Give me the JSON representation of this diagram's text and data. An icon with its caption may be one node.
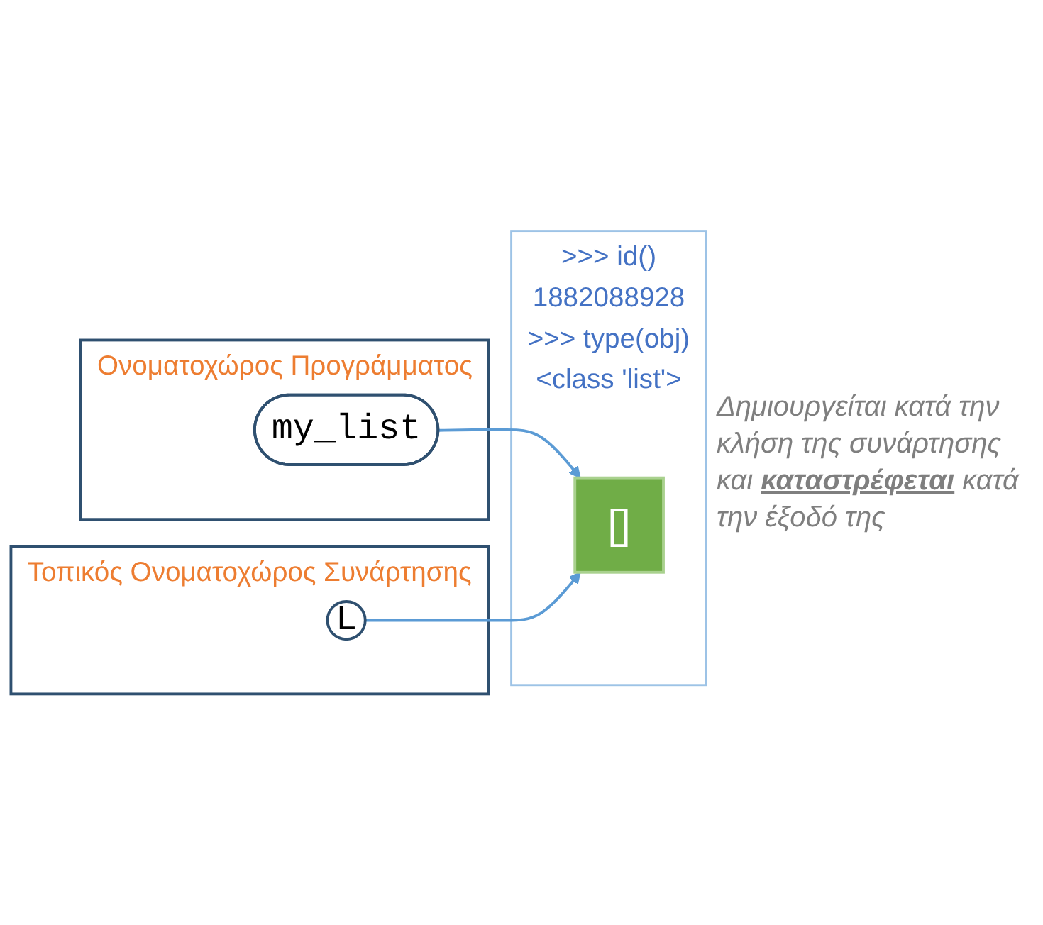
{
  "diagram": {
    "nodes": [
      {
        "text": [
          "Ονοματοχώρος Προγράμματος"
        ]
      },
      {
        "text": [
          "my_list"
        ],
        "in": 0
      },
      {
        "text": [
          "Τοπικός Ονοματοχώρος Συνάρτησης"
        ]
      },
      {
        "text": [
          "L"
        ],
        "in": 2
      },
      {
        "text": [
          ">>> id()",
          "1882088928",
          ">>> type(obj)",
          "<class 'list'>"
        ]
      },
      {
        "text": [
          "[]"
        ],
        "in": 4
      }
    ],
    "edges": [
      {
        "from": 1,
        "to": 5,
        "arrow": "to"
      },
      {
        "from": 3,
        "to": 5,
        "arrow": "to"
      }
    ],
    "labels": [
      "Δημιουργείται κατά την κλήση της συνάρτησης και **καταστρέφεται** κατά την έξοδό της"
    ]
  }
}
